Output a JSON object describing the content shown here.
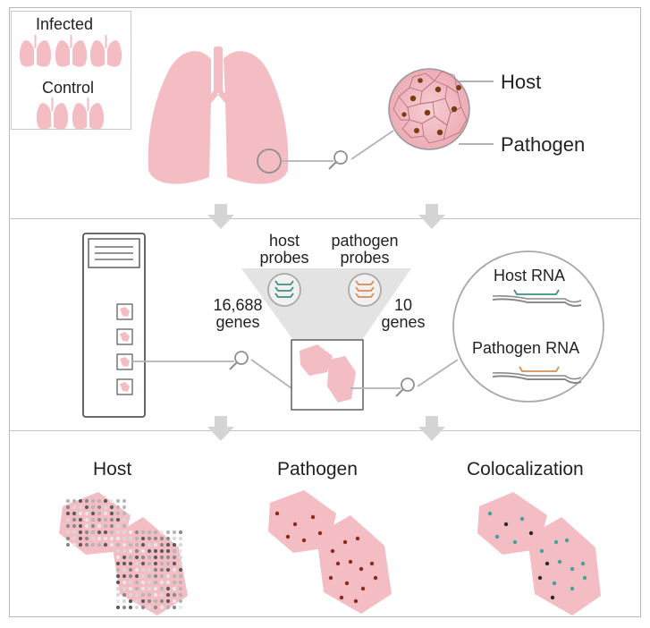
{
  "legend": {
    "infected_label": "Infected",
    "control_label": "Control"
  },
  "tissue_callout": {
    "host_label": "Host",
    "pathogen_label": "Pathogen"
  },
  "probes": {
    "host_probes_label_line1": "host",
    "host_probes_label_line2": "probes",
    "pathogen_probes_label_line1": "pathogen",
    "pathogen_probes_label_line2": "probes",
    "host_genes_line1": "16,688",
    "host_genes_line2": "genes",
    "pathogen_genes_line1": "10",
    "pathogen_genes_line2": "genes"
  },
  "rna_callout": {
    "host_rna_label": "Host RNA",
    "pathogen_rna_label": "Pathogen RNA"
  },
  "results": {
    "host_title": "Host",
    "pathogen_title": "Pathogen",
    "colocalization_title": "Colocalization"
  },
  "colors": {
    "lung_pink": "#f4bcc3",
    "tissue_pink": "#f5c4ca",
    "host_probe_teal": "#3f8f80",
    "pathogen_probe_orange": "#d98d55",
    "pathogen_dot": "#8a2a18",
    "frame_gray": "#b9b9b9",
    "arrow_gray": "#d4d4d4"
  }
}
